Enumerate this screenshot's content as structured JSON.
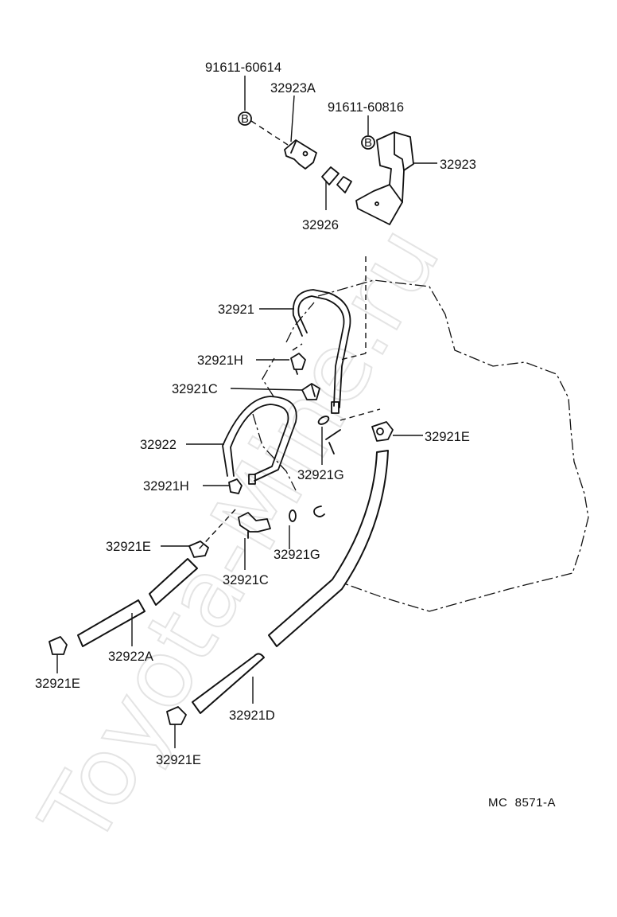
{
  "watermark": "Toyota-Mine.ru",
  "diagram_code": "MC  8571-A",
  "labels": {
    "bolt_a": "91611-60614",
    "bolt_b": "91611-60816",
    "bracket_a": "32923A",
    "bracket": "32923",
    "sleeve": "32926",
    "tube_1": "32921",
    "union_h_upper": "32921H",
    "union_c_upper": "32921C",
    "tube_2": "32922",
    "union_h_lower": "32921H",
    "clamp_e_right": "32921E",
    "gasket_g_upper": "32921G",
    "clamp_e_left": "32921E",
    "union_c_lower": "32921C",
    "gasket_g_lower": "32921G",
    "hose_a": "32922A",
    "clamp_e_bottom_left": "32921E",
    "hose_d": "32921D",
    "clamp_e_bottom": "32921E"
  },
  "bolt_mark": "B"
}
